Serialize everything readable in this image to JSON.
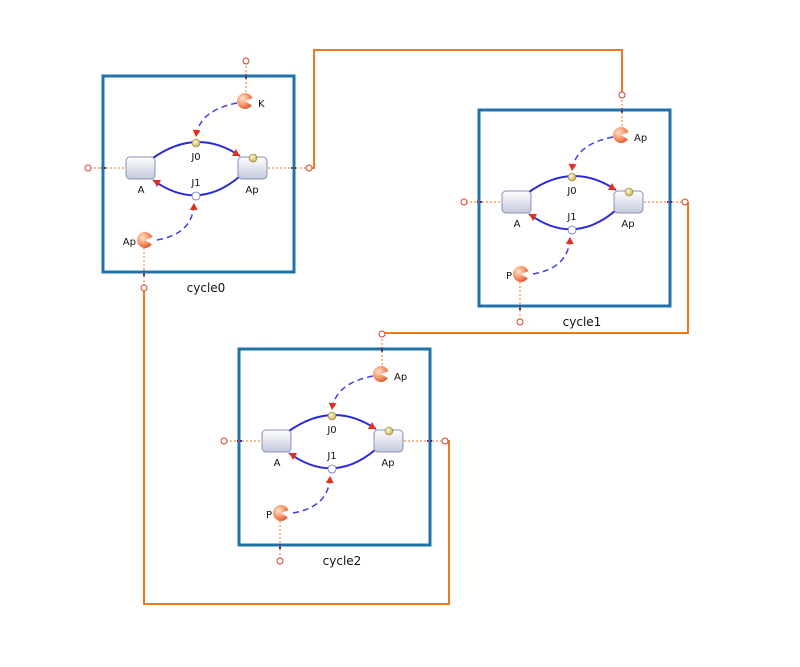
{
  "colors": {
    "module_border": "#1f73a8",
    "connection": "#ee7a1e",
    "reaction": "#2a2ad6",
    "modifier": "#3e3ee6",
    "arrowhead": "#e03020"
  },
  "modules": [
    {
      "title": "cycle0",
      "species_a": "A",
      "species_ap": "Ap",
      "reaction_forward": "J0",
      "reaction_back": "J1",
      "catalyst_top": "K",
      "catalyst_bottom": "Ap"
    },
    {
      "title": "cycle1",
      "species_a": "A",
      "species_ap": "Ap",
      "reaction_forward": "J0",
      "reaction_back": "J1",
      "catalyst_top": "Ap",
      "catalyst_bottom": "P"
    },
    {
      "title": "cycle2",
      "species_a": "A",
      "species_ap": "Ap",
      "reaction_forward": "J0",
      "reaction_back": "J1",
      "catalyst_top": "Ap",
      "catalyst_bottom": "P"
    }
  ]
}
